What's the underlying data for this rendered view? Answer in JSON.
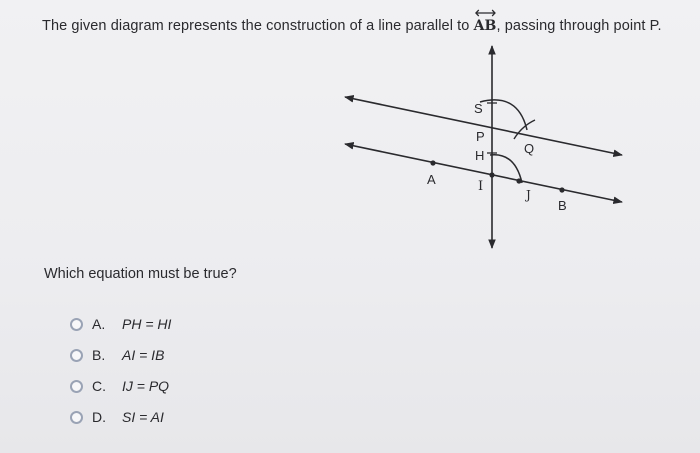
{
  "question": {
    "prefix": "The given diagram represents the construction of a line parallel to",
    "line_name": "AB",
    "suffix": ", passing through point P."
  },
  "diagram": {
    "labels": {
      "S": "S",
      "P": "P",
      "H": "H",
      "Q": "Q",
      "A": "A",
      "I": "I",
      "J": "J",
      "B": "B"
    }
  },
  "prompt": "Which equation must be true?",
  "choices": [
    {
      "letter": "A.",
      "equation": "PH = HI"
    },
    {
      "letter": "B.",
      "equation": "AI = IB"
    },
    {
      "letter": "C.",
      "equation": "IJ = PQ"
    },
    {
      "letter": "D.",
      "equation": "SI = AI"
    }
  ],
  "colors": {
    "text": "#2a2a2e",
    "radio_border": "#9aa3b5"
  }
}
